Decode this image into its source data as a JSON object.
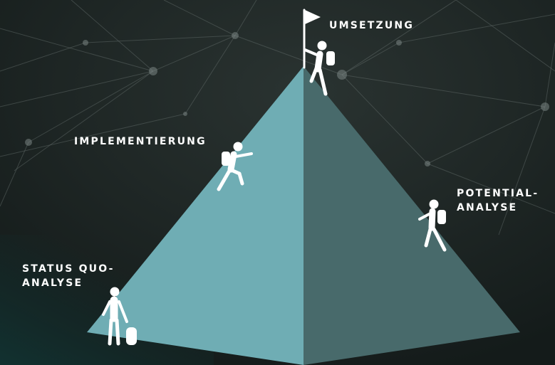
{
  "colors": {
    "background": "#1c2423",
    "network_lines": "#5f6a68",
    "pyramid_light_face": "#6fadb4",
    "pyramid_dark_face": "#486a6b",
    "text": "#ffffff",
    "figures": "#ffffff"
  },
  "stages": {
    "status_quo": {
      "line1": "STATUS QUO-",
      "line2": "ANALYSE",
      "icon": "standing-hiker-with-backpack"
    },
    "implementation": {
      "line1": "IMPLEMENTIERUNG",
      "icon": "climbing-hiker"
    },
    "summit": {
      "line1": "UMSETZUNG",
      "icon": "hiker-with-flag-on-summit"
    },
    "potential": {
      "line1": "POTENTIAL-",
      "line2": "ANALYSE",
      "icon": "descending-hiker"
    }
  }
}
